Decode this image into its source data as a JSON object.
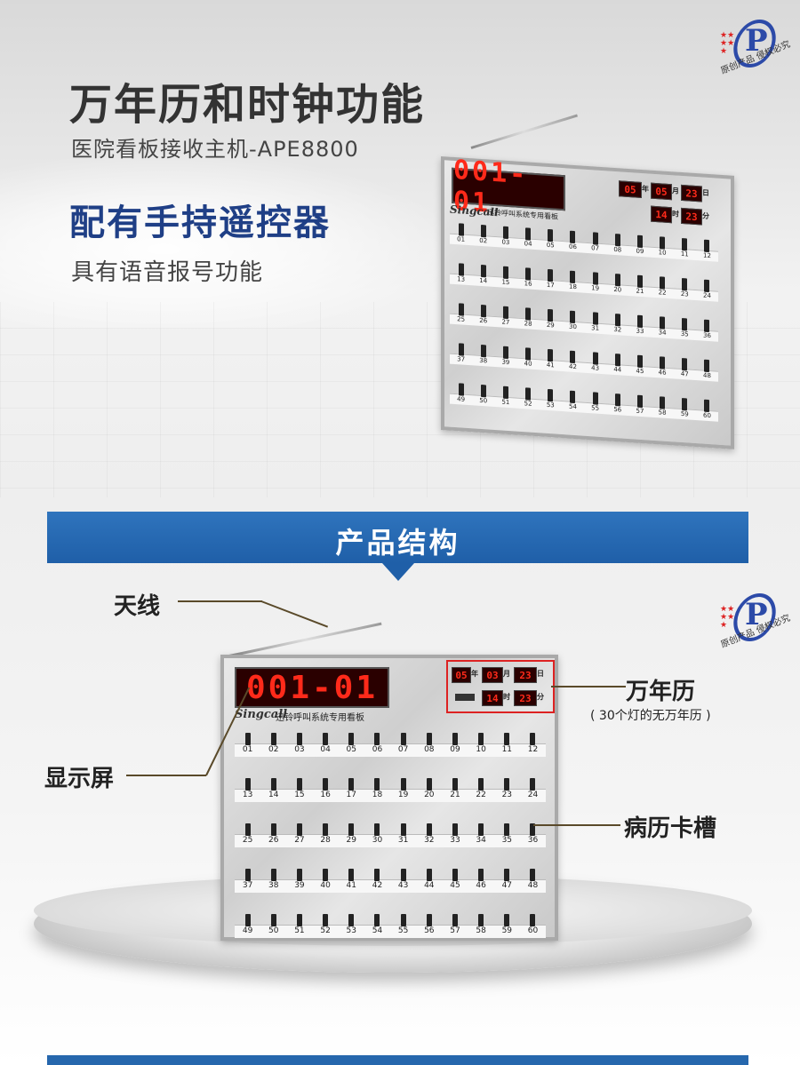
{
  "hero": {
    "title": "万年历和时钟功能",
    "model": "医院看板接收主机-APE8800",
    "remote": "配有手持遥控器",
    "voice": "具有语音报号功能"
  },
  "badge": {
    "caption": "原创产品 侵权必究"
  },
  "device": {
    "main_display": "001-01",
    "brand_logo": "Singcall",
    "brand_cn": "迅铃",
    "brand_text": "迅铃呼叫系统专用看板",
    "calendar_top": {
      "year": "05",
      "year_label": "年",
      "month": "05",
      "month_label": "月",
      "day": "23",
      "day_label": "日"
    },
    "calendar_top2": {
      "hour": "14",
      "hour_label": "时",
      "minute": "23",
      "minute_label": "分"
    },
    "calendar_bottom": {
      "year": "05",
      "year_label": "年",
      "month": "03",
      "month_label": "月",
      "day": "23",
      "day_label": "日"
    },
    "calendar_bottom2": {
      "hour": "14",
      "hour_label": "时",
      "minute": "23",
      "minute_label": "分"
    },
    "rows": [
      [
        "01",
        "02",
        "03",
        "04",
        "05",
        "06",
        "07",
        "08",
        "09",
        "10",
        "11",
        "12"
      ],
      [
        "13",
        "14",
        "15",
        "16",
        "17",
        "18",
        "19",
        "20",
        "21",
        "22",
        "23",
        "24"
      ],
      [
        "25",
        "26",
        "27",
        "28",
        "29",
        "30",
        "31",
        "32",
        "33",
        "34",
        "35",
        "36"
      ],
      [
        "37",
        "38",
        "39",
        "40",
        "41",
        "42",
        "43",
        "44",
        "45",
        "46",
        "47",
        "48"
      ],
      [
        "49",
        "50",
        "51",
        "52",
        "53",
        "54",
        "55",
        "56",
        "57",
        "58",
        "59",
        "60"
      ]
    ]
  },
  "section": {
    "title": "产品结构"
  },
  "callouts": {
    "antenna": "天线",
    "display": "显示屏",
    "calendar": "万年历",
    "calendar_note": "( 30个灯的无万年历 )",
    "slots": "病历卡槽"
  },
  "colors": {
    "banner": "#1f5fa8",
    "remote_text": "#1f3f86",
    "led": "#ff2a1a"
  }
}
